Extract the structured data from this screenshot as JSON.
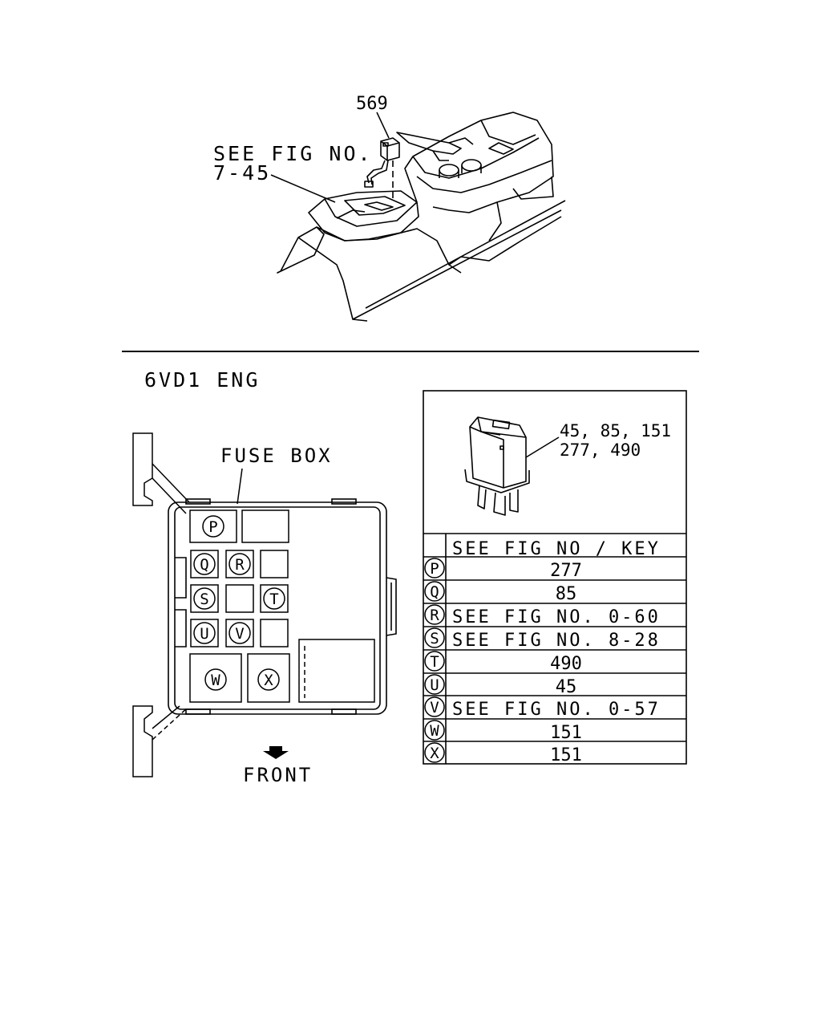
{
  "top_figure": {
    "part_number": "569",
    "see_fig_line1": "SEE FIG NO.",
    "see_fig_line2": "7-45"
  },
  "engine_label": "6VD1 ENG",
  "fuse_box": {
    "title": "FUSE BOX",
    "front_label": "FRONT",
    "slot_labels": [
      "P",
      "Q",
      "R",
      "S",
      "T",
      "U",
      "V",
      "W",
      "X"
    ]
  },
  "relay_callout": {
    "line1": "45, 85, 151",
    "line2": "277, 490"
  },
  "key_table": {
    "header": "SEE FIG NO / KEY",
    "rows": [
      {
        "key": "P",
        "value": "277"
      },
      {
        "key": "Q",
        "value": "85"
      },
      {
        "key": "R",
        "value": "SEE FIG NO. 0-60"
      },
      {
        "key": "S",
        "value": "SEE FIG NO. 8-28"
      },
      {
        "key": "T",
        "value": "490"
      },
      {
        "key": "U",
        "value": "45"
      },
      {
        "key": "V",
        "value": "SEE FIG NO. 0-57"
      },
      {
        "key": "W",
        "value": "151"
      },
      {
        "key": "X",
        "value": "151"
      }
    ]
  },
  "colors": {
    "ink": "#000000",
    "paper": "#ffffff"
  }
}
